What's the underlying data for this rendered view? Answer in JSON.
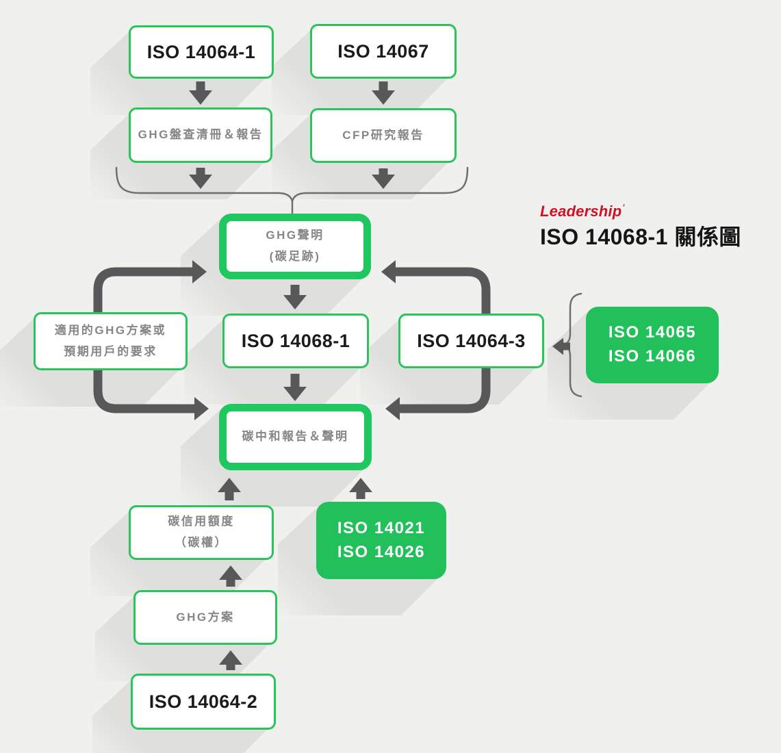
{
  "diagram": {
    "logo_text": "Leadership",
    "logo_mark": "'",
    "title": "ISO 14068-1 關係圖"
  },
  "colors": {
    "background": "#f0f0ef",
    "green_border": "#29c45a",
    "green_border_thick": "#1fc85f",
    "green_fill": "#22c05a",
    "arrow_gray": "#58585a",
    "line_gray": "#6e6e6e",
    "text_gray": "#868686",
    "text_dark": "#1b1b1b",
    "logo_red": "#ce1126"
  },
  "nodes": {
    "iso14064_1": {
      "label": "ISO 14064-1"
    },
    "iso14067": {
      "label": "ISO 14067"
    },
    "ghg_inventory_report": {
      "label": "GHG盤查清冊＆報告"
    },
    "cfp_study_report": {
      "label": "CFP研究報告"
    },
    "ghg_statement": {
      "line1": "GHG聲明",
      "line2": "(碳足跡)"
    },
    "applicable_requirements": {
      "line1": "適用的GHG方案或",
      "line2": "預期用戶的要求"
    },
    "iso14068_1": {
      "label": "ISO 14068-1"
    },
    "iso14064_3": {
      "label": "ISO 14064-3"
    },
    "iso14065_14066": {
      "line1": "ISO 14065",
      "line2": "ISO 14066"
    },
    "carbon_neutrality_report": {
      "label": "碳中和報告＆聲明"
    },
    "carbon_credit": {
      "line1": "碳信用額度",
      "line2": "（碳權）"
    },
    "iso14021_14026": {
      "line1": "ISO 14021",
      "line2": "ISO 14026"
    },
    "ghg_programme": {
      "label": "GHG方案"
    },
    "iso14064_2": {
      "label": "ISO 14064-2"
    }
  }
}
